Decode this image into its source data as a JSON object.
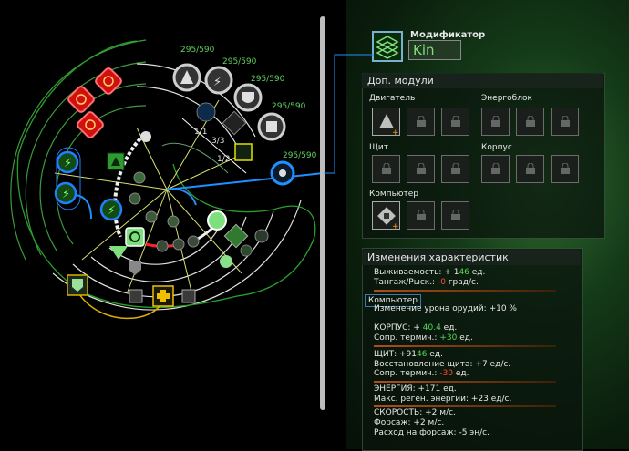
{
  "tree": {
    "counters": {
      "c1": "295/590",
      "c2": "295/590",
      "c3": "295/590",
      "c4": "295/590",
      "c5": "295/590",
      "c6": "1/1",
      "c7": "3/3",
      "c8": "1/2"
    },
    "colors": {
      "green": "#56d656",
      "red": "#e01010",
      "blue": "#1e90ff",
      "yellow": "#e0b000"
    }
  },
  "modifier": {
    "label": "Модификатор",
    "name": "Kin"
  },
  "modules": {
    "header": "Доп. модули",
    "engine_label": "Двигатель",
    "energy_label": "Энергоблок",
    "shield_label": "Щит",
    "hull_label": "Корпус",
    "computer_label": "Компьютер"
  },
  "stats": {
    "header": "Изменения характеристик",
    "survivability_label": "Выживаемость:",
    "survivability_prefix": "+ 1",
    "survivability_green": "46",
    "survivability_unit": " ед.",
    "pitch_label": "Тангаж/Рыск.:",
    "pitch_value": "-0",
    "pitch_unit": "град/с.",
    "computer_title": "Компьютер",
    "computer_effect": "Изменение урона орудий: +10 %",
    "hull_line": "КОРПУС: +",
    "hull_value": "40.4",
    "hull_unit": "ед.",
    "hull_res_label": "Сопр. термич.:",
    "hull_res_value": "+30",
    "hull_res_unit": " ед.",
    "shield_line": "ЩИТ: +91",
    "shield_green": "46",
    "shield_unit": " ед.",
    "shield_regen": "Восстановление щита: +7 ед/с.",
    "shield_res_label": "Сопр. термич.:",
    "shield_res_value": "-30",
    "shield_res_unit": " ед.",
    "energy_line": "ЭНЕРГИЯ: +171 ед.",
    "energy_regen": "Макс. реген. энергии: +23 ед/с.",
    "speed_line": "СКОРОСТЬ: +2 м/с.",
    "afterburner": "Форсаж: +2 м/с.",
    "afterburner_cost": "Расход на форсаж: -5 эн/с."
  }
}
